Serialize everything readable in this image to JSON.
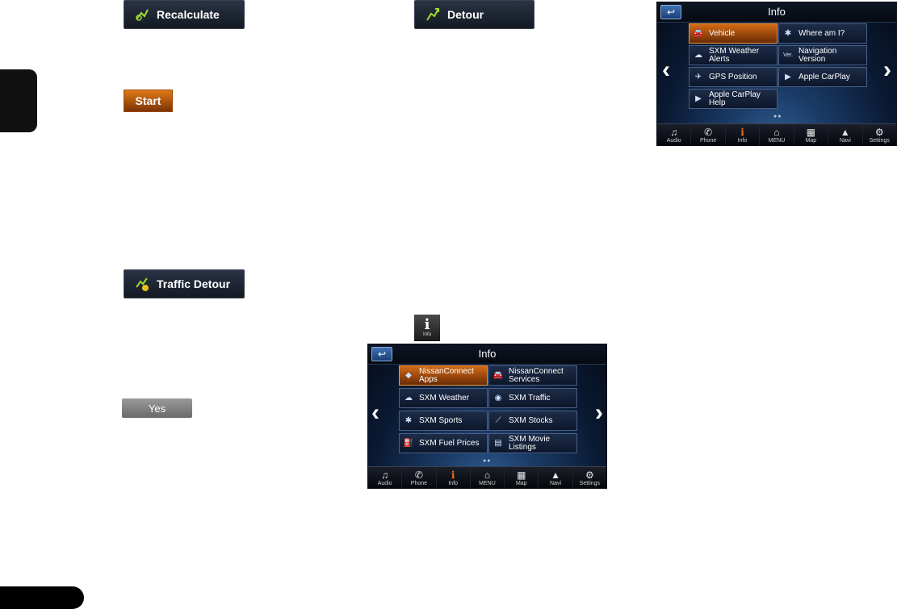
{
  "buttons": {
    "recalculate": "Recalculate",
    "detour": "Detour",
    "start": "Start",
    "traffic_detour": "Traffic Detour",
    "yes": "Yes",
    "info_chip": "Info"
  },
  "screen_top": {
    "title": "Info",
    "tiles": [
      {
        "label": "Vehicle",
        "icon": "car-info-icon",
        "selected": true
      },
      {
        "label": "Where am I?",
        "icon": "where-am-i-icon",
        "selected": false
      },
      {
        "label": "SXM Weather\nAlerts",
        "icon": "weather-icon",
        "selected": false
      },
      {
        "label": "Navigation\nVersion",
        "icon": "version-icon",
        "selected": false
      },
      {
        "label": "GPS Position",
        "icon": "satellite-icon",
        "selected": false
      },
      {
        "label": "Apple CarPlay",
        "icon": "play-circle-icon",
        "selected": false
      },
      {
        "label": "Apple CarPlay\nHelp",
        "icon": "play-info-icon",
        "selected": false
      }
    ]
  },
  "screen_bottom": {
    "title": "Info",
    "tiles": [
      {
        "label": "NissanConnect\nApps",
        "icon": "apps-cube-icon",
        "selected": true
      },
      {
        "label": "NissanConnect\nServices",
        "icon": "car-service-icon",
        "selected": false
      },
      {
        "label": "SXM Weather",
        "icon": "weather-icon",
        "selected": false
      },
      {
        "label": "SXM Traffic",
        "icon": "traffic-icon",
        "selected": false
      },
      {
        "label": "SXM Sports",
        "icon": "sports-icon",
        "selected": false
      },
      {
        "label": "SXM Stocks",
        "icon": "stocks-icon",
        "selected": false
      },
      {
        "label": "SXM Fuel Prices",
        "icon": "fuel-icon",
        "selected": false
      },
      {
        "label": "SXM Movie\nListings",
        "icon": "film-icon",
        "selected": false
      }
    ]
  },
  "bottom_bar": [
    "Audio",
    "Phone",
    "Info",
    "MENU",
    "Map",
    "Navi",
    "Settings"
  ],
  "colors": {
    "accent_orange": "#d26a16",
    "route_green": "#9fdc2e"
  }
}
